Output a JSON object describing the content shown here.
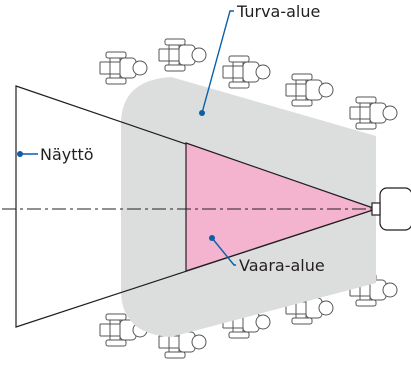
{
  "labels": {
    "safety_zone": "Turva-alue",
    "screen": "Näyttö",
    "danger_zone": "Vaara-alue"
  },
  "colors": {
    "safety_zone_fill": "#dcdddd",
    "danger_zone_fill": "#f4b4d0",
    "leader_line": "#0a5fa8",
    "outline": "#231f20"
  },
  "icons": {
    "projector": "projector-icon",
    "person": "seated-person-icon"
  }
}
